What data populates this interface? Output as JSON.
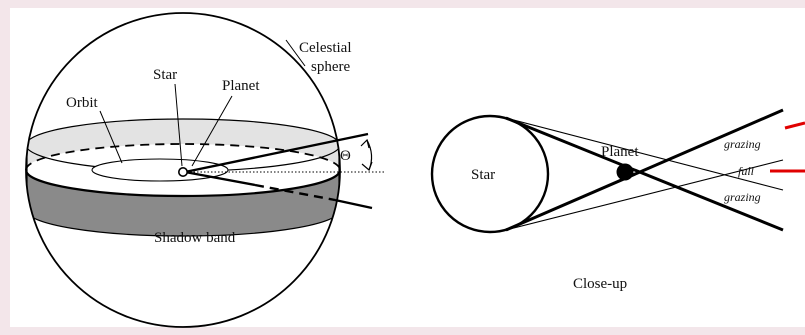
{
  "left_panel": {
    "labels": {
      "celestial_line1": "Celestial",
      "celestial_line2": "sphere",
      "star": "Star",
      "planet": "Planet",
      "orbit": "Orbit",
      "theta": "Θ",
      "shadow_band": "Shadow band"
    }
  },
  "right_panel": {
    "labels": {
      "star": "Star",
      "planet": "Planet",
      "grazing_top": "grazing",
      "full": "full",
      "grazing_bottom": "grazing",
      "caption": "Close-up"
    }
  },
  "colors": {
    "background_frame": "#f3e6ea",
    "canvas": "#ffffff",
    "ink": "#000000",
    "band_light": "#e3e3e3",
    "band_dark": "#8a8a8a",
    "red_marks": "#e00000"
  }
}
